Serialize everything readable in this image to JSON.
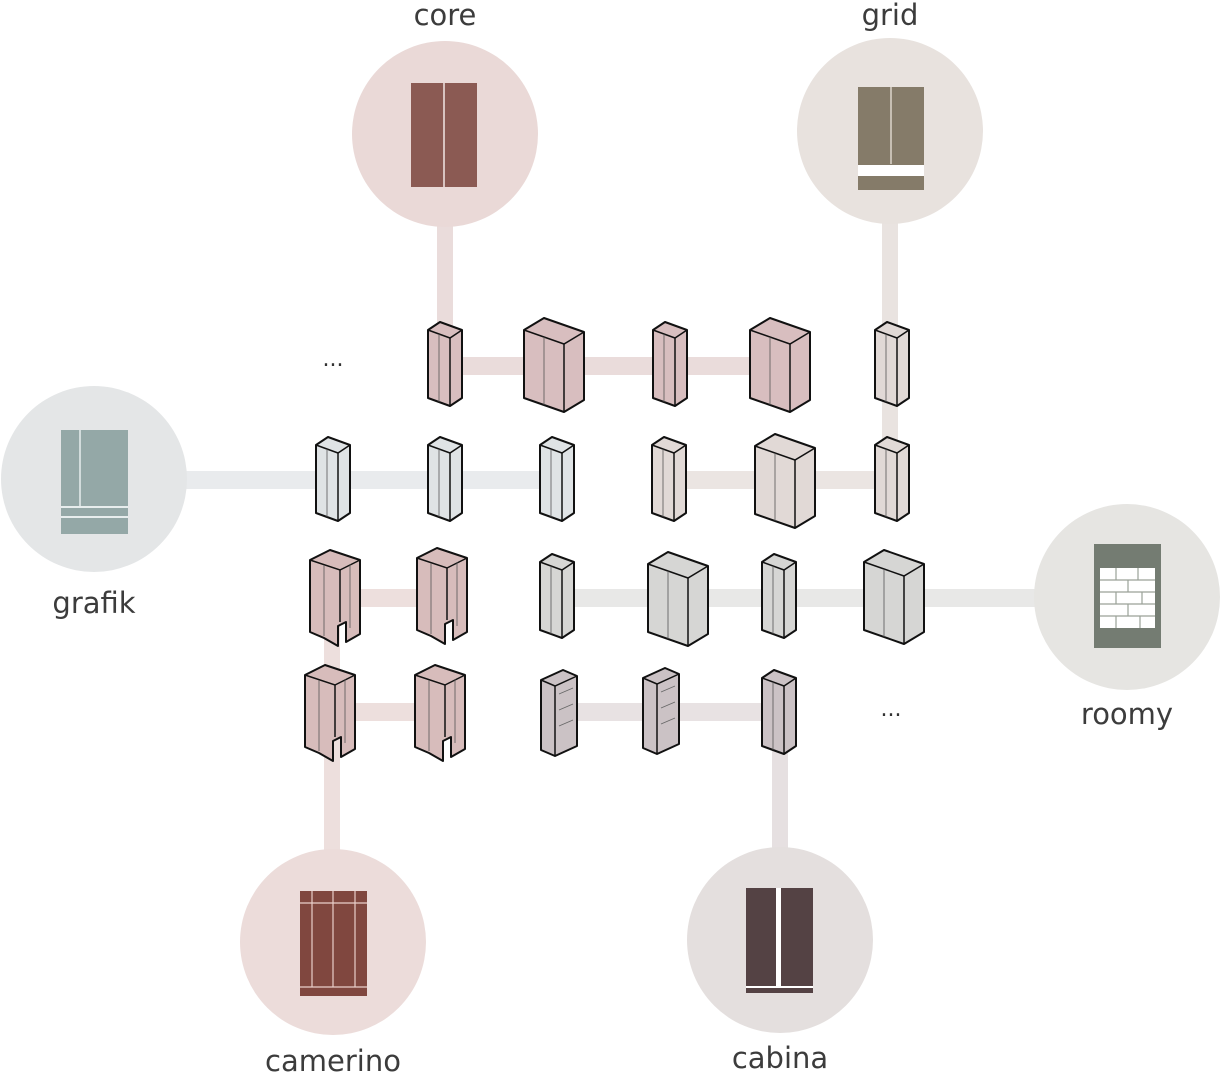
{
  "hubs": [
    {
      "id": "core",
      "label": "core",
      "circle_color": "#ead9d7",
      "color": "#8b5a53"
    },
    {
      "id": "grid",
      "label": "grid",
      "circle_color": "#e8e2de",
      "color": "#857b69"
    },
    {
      "id": "grafik",
      "label": "grafik",
      "circle_color": "#e4e6e7",
      "color": "#94a8a7"
    },
    {
      "id": "roomy",
      "label": "roomy",
      "circle_color": "#e6e5e2",
      "color": "#747c72"
    },
    {
      "id": "camerino",
      "label": "camerino",
      "circle_color": "#ecdcda",
      "color": "#80473f"
    },
    {
      "id": "cabina",
      "label": "cabina",
      "circle_color": "#e4dfde",
      "color": "#544244"
    }
  ],
  "ellipses": [
    "...",
    "..."
  ],
  "colors": {
    "core_tint": "#d8bebf",
    "grid_tint": "#e1d9d6",
    "grafik_tint": "#dfe3e5",
    "roomy_tint": "#d6d6d4",
    "camerino_tint": "#d7bcbb",
    "cabina_tint": "#cbc2c5",
    "outline": "#111111"
  }
}
